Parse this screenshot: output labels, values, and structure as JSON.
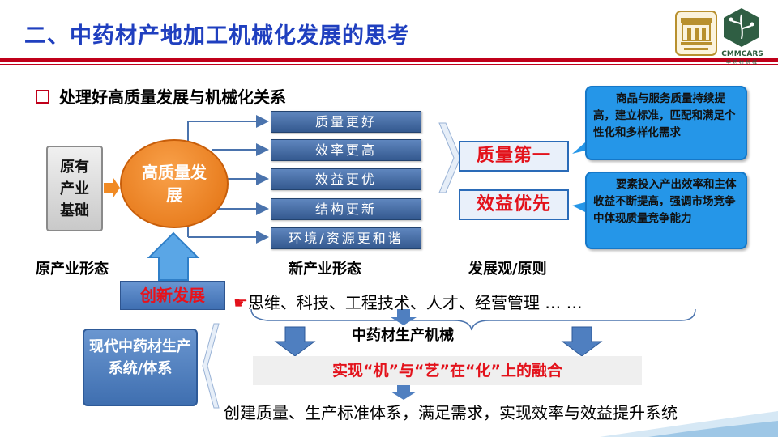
{
  "title": "二、中药材产地加工机械化发展的思考",
  "section": "处理好高质量发展与机械化关系",
  "logos": {
    "logo1": "university-seal-icon",
    "logo2_text": "CMMCARS",
    "logo2_sub": "中药材机械"
  },
  "diagram": {
    "original_base": "原有产业基础",
    "high_quality": "高质量发展",
    "features": [
      "质量更好",
      "效率更高",
      "效益更优",
      "结构更新",
      "环境/资源更和谐"
    ],
    "principles": [
      "质量第一",
      "效益优先"
    ],
    "callouts": [
      "商品与服务质量持续提高，建立标准，匹配和满足个性化和多样化需求",
      "要素投入产出效率和主体收益不断提高，强调市场竞争中体现质量竞争能力"
    ],
    "labels": {
      "original_form": "原产业形态",
      "new_form": "新产业形态",
      "view": "发展观/原则"
    },
    "innovation": "创新发展",
    "factors": "思维、科技、工程技术、人才、经营管理 … …",
    "factors_pointer": "☛",
    "machinery": "中药材生产机械",
    "fusion": "实现“机”与“艺”在“化”上的融合",
    "modern_system": "现代中药材生产系统/体系",
    "bottom": "创建质量、生产标准体系，满足需求，实现效率与效益提升系统"
  },
  "colors": {
    "title": "#1f3fbf",
    "rule": "#c0001a",
    "accent_red": "#e3121b",
    "orange": "#f08a24",
    "blue_box": "#4a73ad",
    "callout_blue": "#2596e8"
  }
}
